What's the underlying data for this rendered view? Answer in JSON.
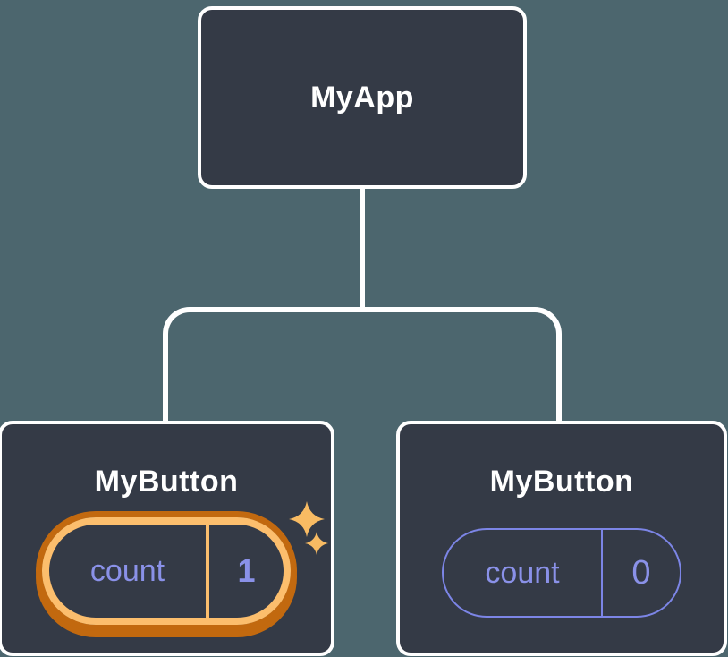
{
  "diagram_title": "React component tree with isolated state",
  "colors": {
    "background": "#4c666e",
    "node_fill": "#343a46",
    "node_border": "#ffffff",
    "connector": "#ffffff",
    "label_text": "#ffffff",
    "state_text": "#8a91e8",
    "state_outline": "#7c85e6",
    "highlight_ring_inner": "#fcbe6d",
    "highlight_ring_outer": "#c2690f",
    "sparkle": "#f8bb63"
  },
  "tree": {
    "root": {
      "label": "MyApp"
    },
    "children": [
      {
        "label": "MyButton",
        "state": {
          "key": "count",
          "value": "1"
        },
        "highlighted": true,
        "sparkles": true
      },
      {
        "label": "MyButton",
        "state": {
          "key": "count",
          "value": "0"
        },
        "highlighted": false,
        "sparkles": false
      }
    ]
  }
}
